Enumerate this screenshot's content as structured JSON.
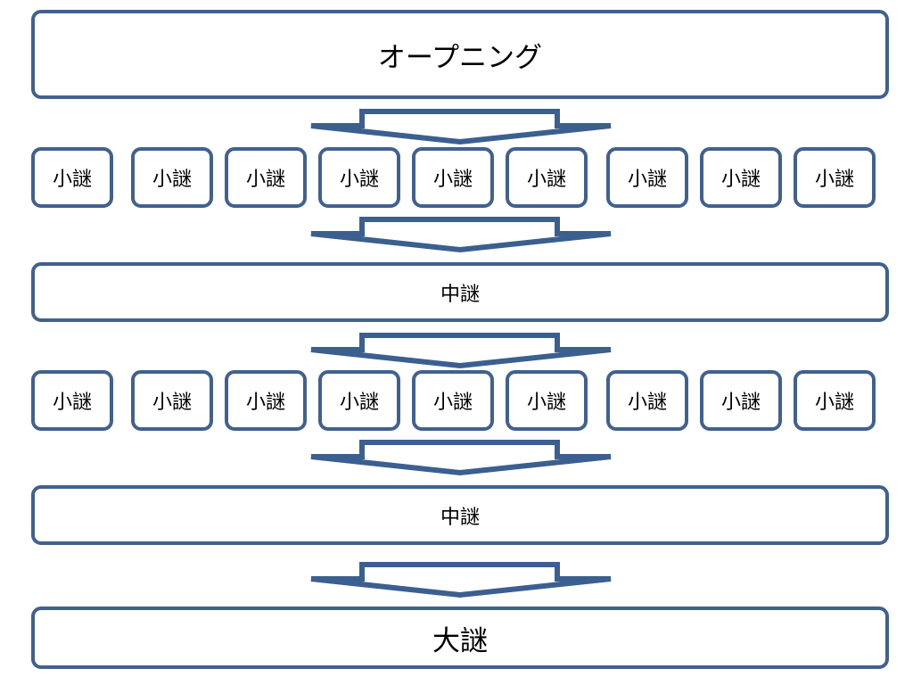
{
  "diagram": {
    "opening": "オープニング",
    "rows": [
      {
        "small": [
          "小謎",
          "小謎",
          "小謎",
          "小謎",
          "小謎",
          "小謎",
          "小謎",
          "小謎",
          "小謎"
        ],
        "medium": "中謎"
      },
      {
        "small": [
          "小謎",
          "小謎",
          "小謎",
          "小謎",
          "小謎",
          "小謎",
          "小謎",
          "小謎",
          "小謎"
        ],
        "medium": "中謎"
      }
    ],
    "final": "大謎"
  },
  "colors": {
    "border": "#41618f",
    "arrow_outline": "#3b5f8f",
    "fill": "#ffffff"
  },
  "icons": {
    "arrow": "down-arrow-icon"
  }
}
